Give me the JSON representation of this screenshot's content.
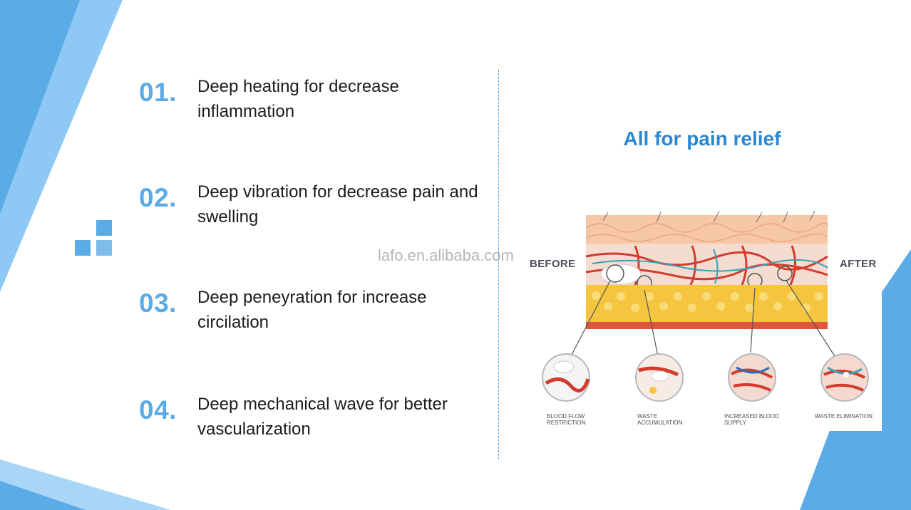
{
  "features": [
    {
      "number": "01.",
      "text": "Deep heating for decrease inflammation"
    },
    {
      "number": "02.",
      "text": "Deep vibration for decrease pain and swelling"
    },
    {
      "number": "03.",
      "text": "Deep peneyration for increase circilation"
    },
    {
      "number": "04.",
      "text": "Deep mechanical wave for better vascularization"
    }
  ],
  "right_title": "All for pain relief",
  "illustration": {
    "before_label": "BEFORE",
    "after_label": "AFTER",
    "captions": [
      {
        "line1": "BLOOD FLOW",
        "line2": "RESTRICTION"
      },
      {
        "line1": "WASTE",
        "line2": "ACCUMULATION"
      },
      {
        "line1": "INCREASED BLOOD",
        "line2": "SUPPLY"
      },
      {
        "line1": "WASTE ELIMINATION",
        "line2": ""
      }
    ]
  },
  "watermark": "lafo.en.alibaba.com",
  "colors": {
    "accent_blue": "#5aabe6",
    "title_blue": "#2a86d2",
    "divider_blue": "#4f9fdc"
  }
}
